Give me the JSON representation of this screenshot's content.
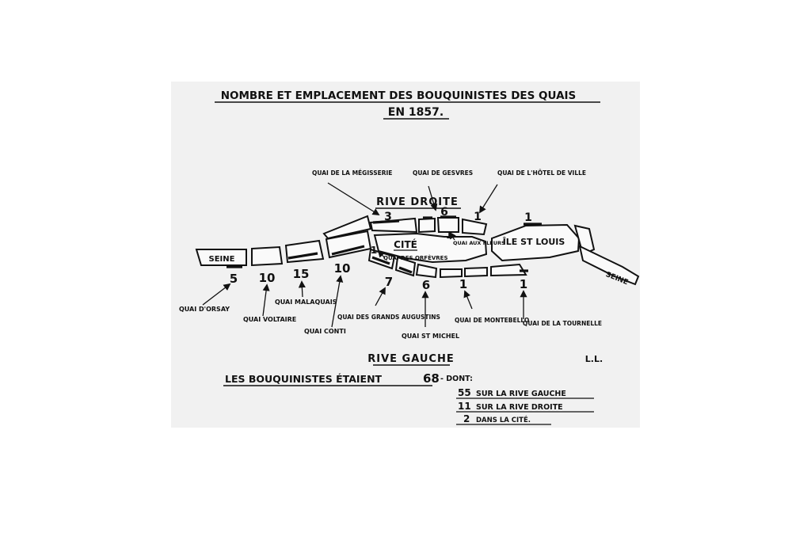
{
  "title": {
    "line1": "NOMBRE ET EMPLACEMENT DES BOUQUINISTES DES QUAIS",
    "line2": "EN 1857."
  },
  "banks": {
    "right": "RIVE DROITE",
    "left": "RIVE GAUCHE"
  },
  "areas": {
    "cite": "CITÉ",
    "ile_st_louis": "ÎLE ST LOUIS"
  },
  "river": {
    "west": "SEINE",
    "east": "SEINE"
  },
  "quais": [
    {
      "id": "orsay",
      "name": "QUAI D'ORSAY",
      "count": "5"
    },
    {
      "id": "voltaire",
      "name": "QUAI VOLTAIRE",
      "count": "10"
    },
    {
      "id": "malaquais",
      "name": "QUAI MALAQUAIS",
      "count": "15"
    },
    {
      "id": "conti",
      "name": "QUAI CONTI",
      "count": "10"
    },
    {
      "id": "grands-augustins",
      "name": "QUAI DES GRANDS AUGUSTINS",
      "count": "7"
    },
    {
      "id": "st-michel",
      "name": "QUAI ST MICHEL",
      "count": "6"
    },
    {
      "id": "montebello",
      "name": "QUAI DE MONTEBELLO",
      "count": "1"
    },
    {
      "id": "tournelle",
      "name": "QUAI DE LA TOURNELLE",
      "count": "1"
    },
    {
      "id": "megisserie",
      "name": "QUAI DE LA MÉGISSERIE",
      "count": "3"
    },
    {
      "id": "gesvres",
      "name": "QUAI DE GESVRES",
      "count": "6"
    },
    {
      "id": "hotel-de-ville",
      "name": "QUAI DE L'HÔTEL DE VILLE",
      "count": "1"
    },
    {
      "id": "ile-st-louis-north",
      "name": "",
      "count": "1"
    },
    {
      "id": "aux-fleurs",
      "name": "QUAI AUX FLEURS",
      "count": "1"
    },
    {
      "id": "orfevres",
      "name": "QUAI DES ORFÈVRES",
      "count": "1"
    }
  ],
  "summary": {
    "intro": "LES BOUQUINISTES ÉTAIENT",
    "total": "68",
    "dont": "- DONT:",
    "rows": [
      {
        "count": "55",
        "text": "SUR LA RIVE GAUCHE"
      },
      {
        "count": "11",
        "text": "SUR LA RIVE DROITE"
      },
      {
        "count": "2",
        "text": "DANS LA CITÉ."
      }
    ]
  },
  "signature": "L.L."
}
